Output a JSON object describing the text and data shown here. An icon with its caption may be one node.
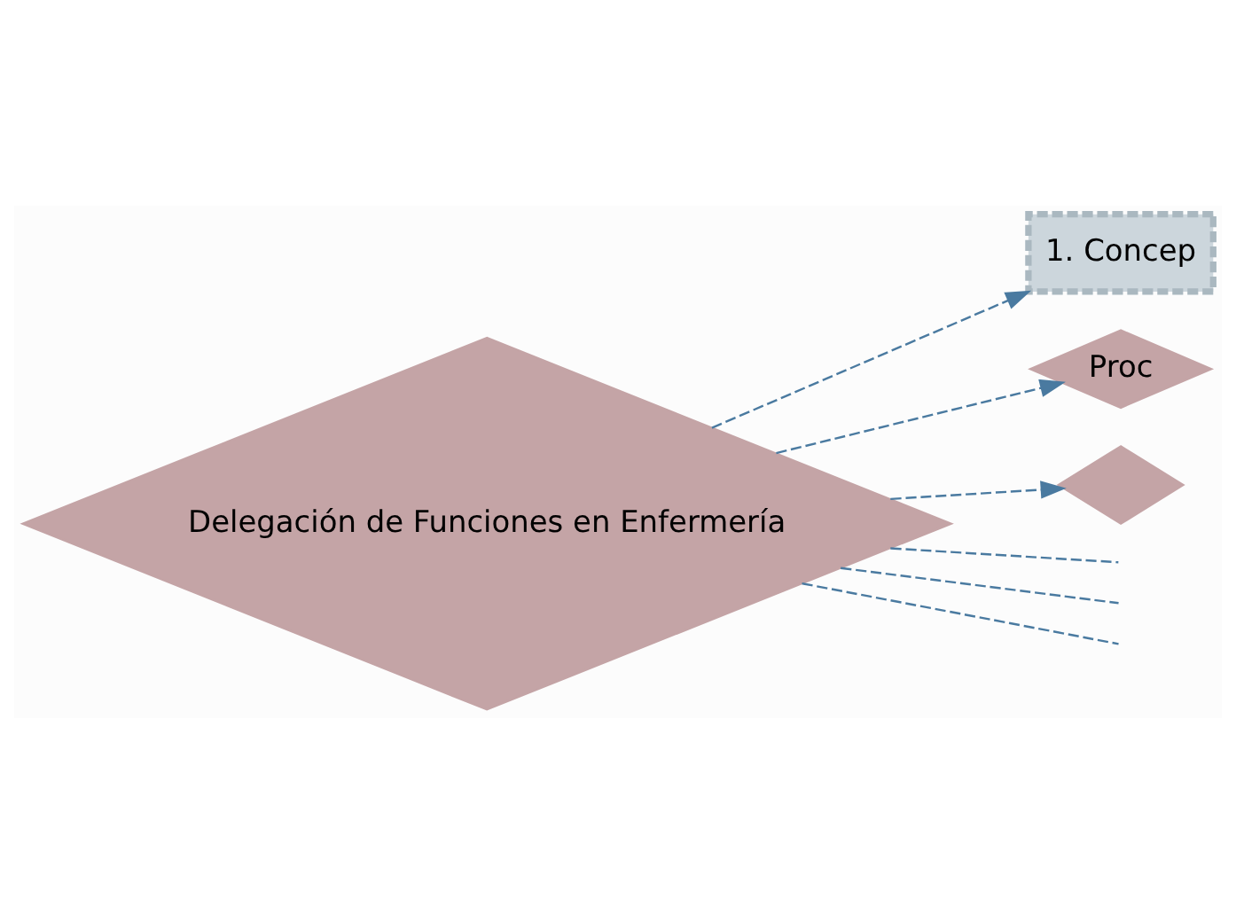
{
  "diagram": {
    "nodes": [
      {
        "text": [
          "Delegación de Funciones en Enfermería"
        ]
      },
      {
        "text": [
          "1. Concep"
        ]
      },
      {
        "text": [
          "Proc"
        ]
      },
      {
        "text": [],
        "shape": "diamond"
      }
    ],
    "edges": [
      {
        "from": 0,
        "to": null,
        "arrow": "none",
        "style": "dashed"
      },
      {
        "from": 0,
        "to": 1,
        "arrow": "to",
        "style": "dashed"
      },
      {
        "from": 0,
        "to": null,
        "arrow": "none",
        "style": "dashed"
      },
      {
        "from": 0,
        "to": 3,
        "arrow": "to",
        "style": "dashed"
      },
      {
        "from": 0,
        "to": null,
        "arrow": "none",
        "style": "dashed"
      },
      {
        "from": 0,
        "to": 2,
        "arrow": "to",
        "style": "dashed"
      }
    ]
  }
}
